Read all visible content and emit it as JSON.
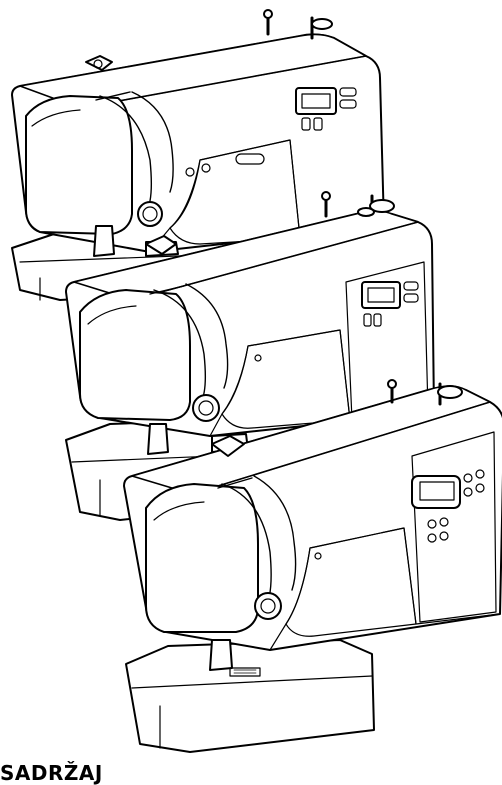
{
  "page": {
    "heading": "SADRŽAJ"
  },
  "illustration": {
    "subject": "sewing-machines",
    "count": 3,
    "line_color": "#000000",
    "fill_color": "#ffffff"
  }
}
